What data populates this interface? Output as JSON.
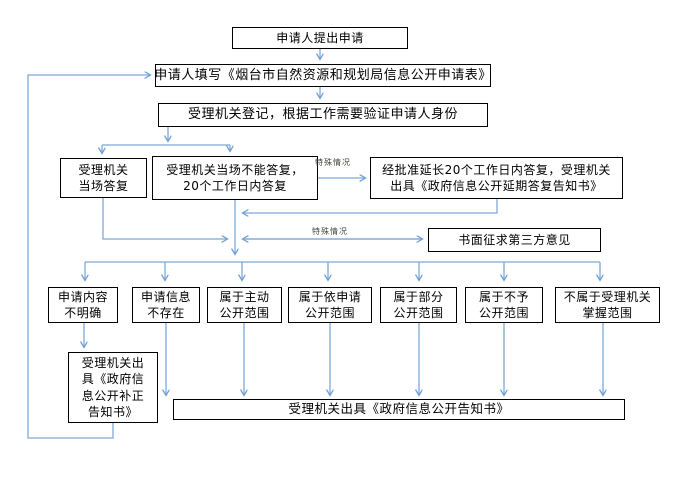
{
  "diagram": {
    "type": "flowchart",
    "language": "zh-CN",
    "colors": {
      "connector": "#7fa7d8",
      "box_border": "#000000",
      "box_fill": "#ffffff",
      "text": "#000000",
      "condition_label_text": "#45453d"
    },
    "nodes": {
      "submit": {
        "text": "申请人提出申请"
      },
      "fill_form": {
        "text": "申请人填写《烟台市自然资源和规划局信息公开申请表》"
      },
      "register": {
        "text": "受理机关登记，根据工作需要验证申请人身份"
      },
      "onspot_reply": {
        "line1": "受理机关",
        "line2": "当场答复"
      },
      "cannot_reply_onspot": {
        "line1": "受理机关当场不能答复，",
        "line2": "20个工作日内答复"
      },
      "extended_reply": {
        "line1": "经批准延长20个工作日内答复，受理机关",
        "line2": "出具《政府信息公开延期答复告知书》"
      },
      "third_party_opinion": {
        "text": "书面征求第三方意见"
      },
      "content_unclear": {
        "line1": "申请内容",
        "line2": "不明确"
      },
      "info_not_exist": {
        "line1": "申请信息",
        "line2": "不存在"
      },
      "proactive_scope": {
        "line1": "属于主动",
        "line2": "公开范围"
      },
      "on_request_scope": {
        "line1": "属于依申请",
        "line2": "公开范围"
      },
      "partial_scope": {
        "line1": "属于部分",
        "line2": "公开范围"
      },
      "no_disclosure_scope": {
        "line1": "属于不予",
        "line2": "公开范围"
      },
      "not_held_scope": {
        "line1": "不属于受理机关",
        "line2": "掌握范围"
      },
      "correction_notice": {
        "line1": "受理机关出",
        "line2": "具《政府信",
        "line3": "息公开补正",
        "line4": "告知书》"
      },
      "disclosure_notice": {
        "text": "受理机关出具《政府信息公开告知书》"
      }
    },
    "labels": {
      "special_case_1": "特殊情况",
      "special_case_2": "特殊情况"
    }
  }
}
